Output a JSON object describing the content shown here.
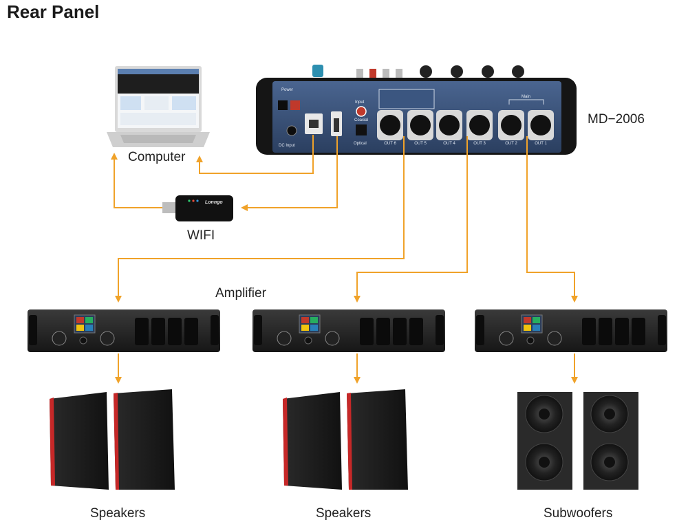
{
  "title": "Rear Panel",
  "labels": {
    "mixer": "MD−2006",
    "computer": "Computer",
    "wifi": "WIFI",
    "amplifier": "Amplifier",
    "speakers_1": "Speakers",
    "speakers_2": "Speakers",
    "subwoofers": "Subwoofers"
  },
  "mixer_panel": {
    "power": "Power",
    "dc_input": "DC Input",
    "input": "Input",
    "coaxial": "Coaxial",
    "optical": "Optical",
    "main": "Main",
    "outputs": [
      "OUT 6",
      "OUT 5",
      "OUT 4",
      "OUT 3",
      "OUT 2",
      "OUT 1"
    ]
  },
  "wifi_dongle_brand": "Lonngo",
  "colors": {
    "arrow": "#f0a229",
    "mixer_panel": "#31486d",
    "speaker_accent": "#c62828"
  }
}
